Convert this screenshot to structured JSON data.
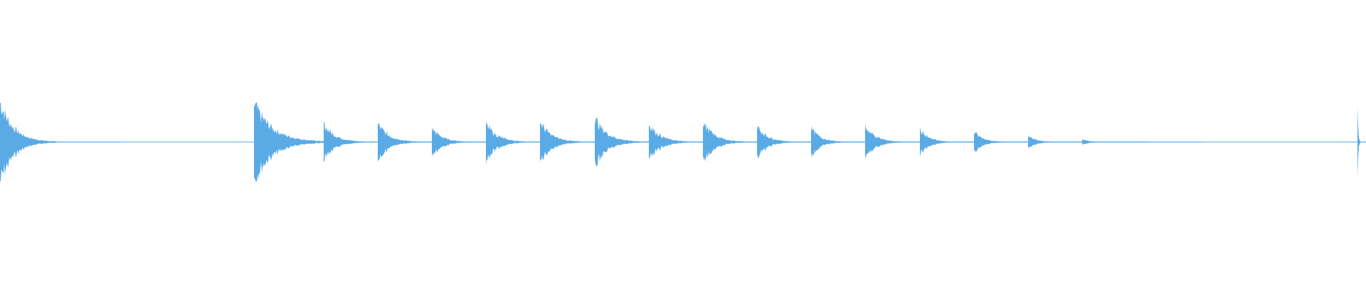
{
  "waveform": {
    "color": "#5aaae6",
    "transients": [
      {
        "amplitude": 1.0,
        "decay": 0.65
      },
      {
        "amplitude": 0.95,
        "decay": 0.9
      },
      {
        "amplitude": 0.45,
        "decay": 0.55
      },
      {
        "amplitude": 0.45,
        "decay": 0.55
      },
      {
        "amplitude": 0.35,
        "decay": 0.5
      },
      {
        "amplitude": 0.45,
        "decay": 0.55
      },
      {
        "amplitude": 0.5,
        "decay": 0.55
      },
      {
        "amplitude": 0.6,
        "decay": 0.6
      },
      {
        "amplitude": 0.45,
        "decay": 0.55
      },
      {
        "amplitude": 0.5,
        "decay": 0.55
      },
      {
        "amplitude": 0.4,
        "decay": 0.5
      },
      {
        "amplitude": 0.35,
        "decay": 0.45
      },
      {
        "amplitude": 0.4,
        "decay": 0.5
      },
      {
        "amplitude": 0.3,
        "decay": 0.45
      },
      {
        "amplitude": 0.25,
        "decay": 0.45
      },
      {
        "amplitude": 0.15,
        "decay": 0.4
      },
      {
        "amplitude": 0.08,
        "decay": 0.3
      },
      {
        "amplitude": 0.95,
        "decay": 0.5
      }
    ]
  }
}
